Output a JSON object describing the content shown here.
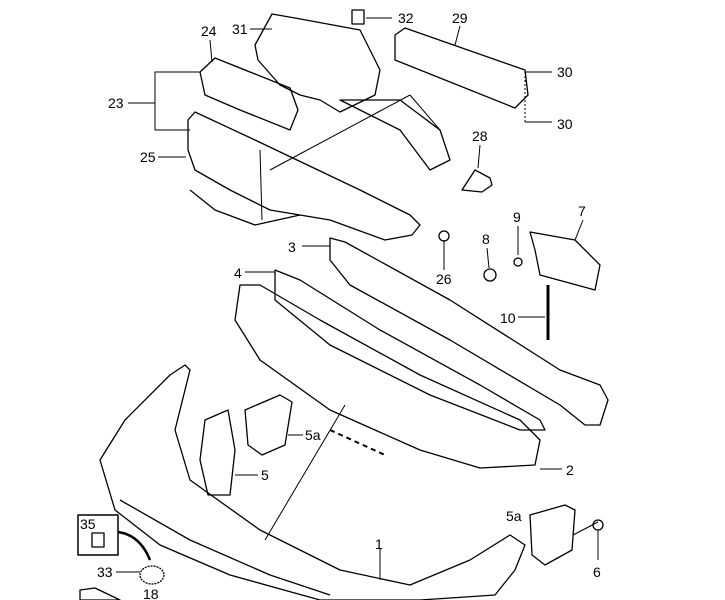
{
  "diagram": {
    "title": "Front bumper exploded parts diagram",
    "callouts": [
      {
        "id": "c32",
        "label": "32"
      },
      {
        "id": "c29",
        "label": "29"
      },
      {
        "id": "c31",
        "label": "31"
      },
      {
        "id": "c24",
        "label": "24"
      },
      {
        "id": "c30a",
        "label": "30"
      },
      {
        "id": "c30b",
        "label": "30"
      },
      {
        "id": "c23",
        "label": "23"
      },
      {
        "id": "c25",
        "label": "25"
      },
      {
        "id": "c28",
        "label": "28"
      },
      {
        "id": "c9",
        "label": "9"
      },
      {
        "id": "c7",
        "label": "7"
      },
      {
        "id": "c8",
        "label": "8"
      },
      {
        "id": "c3",
        "label": "3"
      },
      {
        "id": "c26",
        "label": "26"
      },
      {
        "id": "c4",
        "label": "4"
      },
      {
        "id": "c10",
        "label": "10"
      },
      {
        "id": "c5a1",
        "label": "5a"
      },
      {
        "id": "c5",
        "label": "5"
      },
      {
        "id": "c2",
        "label": "2"
      },
      {
        "id": "c35",
        "label": "35"
      },
      {
        "id": "c5a2",
        "label": "5a"
      },
      {
        "id": "c1",
        "label": "1"
      },
      {
        "id": "c6",
        "label": "6"
      },
      {
        "id": "c33",
        "label": "33"
      },
      {
        "id": "c18",
        "label": "18"
      }
    ]
  }
}
